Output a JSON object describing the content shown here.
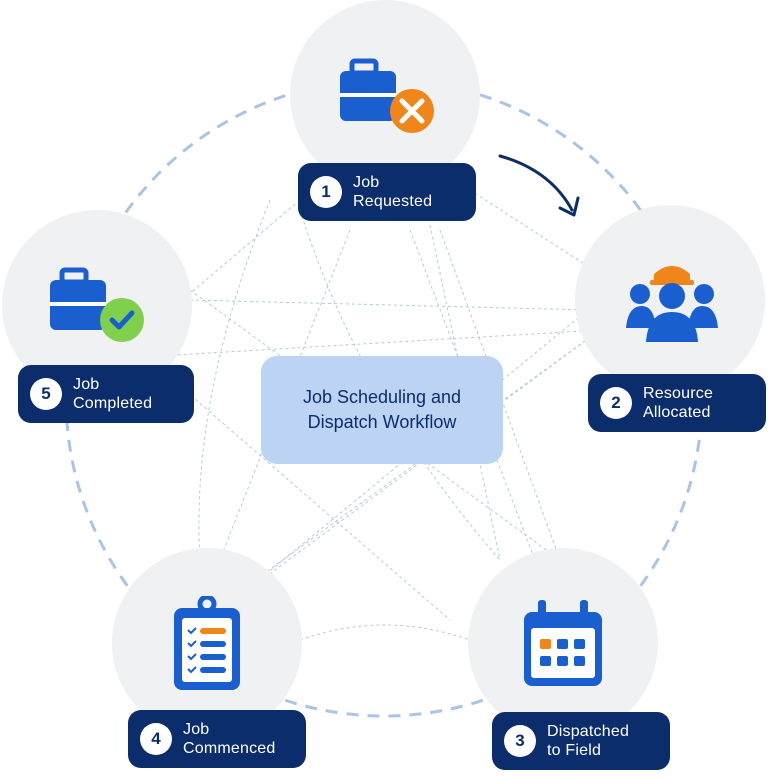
{
  "center": {
    "line1": "Job Scheduling and",
    "line2": "Dispatch Workflow"
  },
  "steps": [
    {
      "number": "1",
      "line1": "Job",
      "line2": "Requested",
      "icon": "briefcase-tools-icon"
    },
    {
      "number": "2",
      "line1": "Resource",
      "line2": "Allocated",
      "icon": "workers-hardhat-icon"
    },
    {
      "number": "3",
      "line1": "Dispatched",
      "line2": "to Field",
      "icon": "calendar-icon"
    },
    {
      "number": "4",
      "line1": "Job",
      "line2": "Commenced",
      "icon": "clipboard-checklist-icon"
    },
    {
      "number": "5",
      "line1": "Job",
      "line2": "Completed",
      "icon": "briefcase-check-icon"
    }
  ],
  "colors": {
    "navy": "#0c2d6b",
    "blue": "#1a5fd0",
    "orange": "#f08519",
    "green": "#7ed04d",
    "circle_bg": "#f0f1f3",
    "center_bg": "#bcd3f4",
    "dash": "#a9c4e4"
  }
}
